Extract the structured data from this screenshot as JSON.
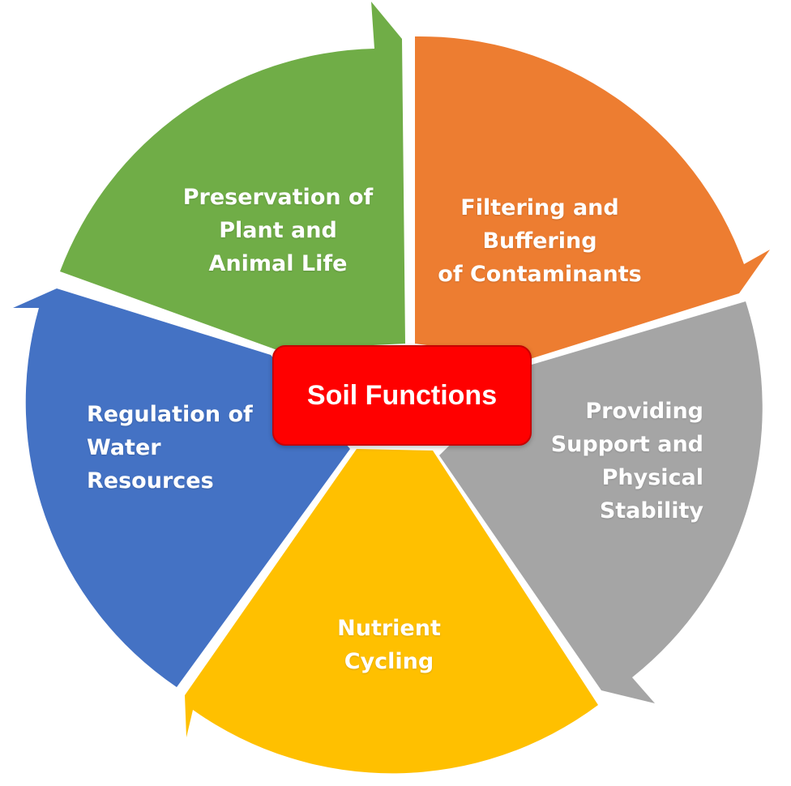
{
  "center": {
    "label": "Soil Functions",
    "color": "#ff0000"
  },
  "segments": [
    {
      "id": "green",
      "color": "#70ad47",
      "lines": [
        "Preservation of",
        "Plant and",
        "Animal Life"
      ]
    },
    {
      "id": "orange",
      "color": "#ed7d31",
      "lines": [
        "Filtering and",
        "Buffering",
        "of Contaminants"
      ]
    },
    {
      "id": "gray",
      "color": "#a5a5a5",
      "lines": [
        "Providing",
        "Support and",
        "Physical",
        "Stability"
      ]
    },
    {
      "id": "yellow",
      "color": "#ffc000",
      "lines": [
        "Nutrient",
        "Cycling"
      ]
    },
    {
      "id": "blue",
      "color": "#4472c4",
      "lines": [
        "Regulation of",
        "Water",
        "Resources"
      ]
    }
  ]
}
